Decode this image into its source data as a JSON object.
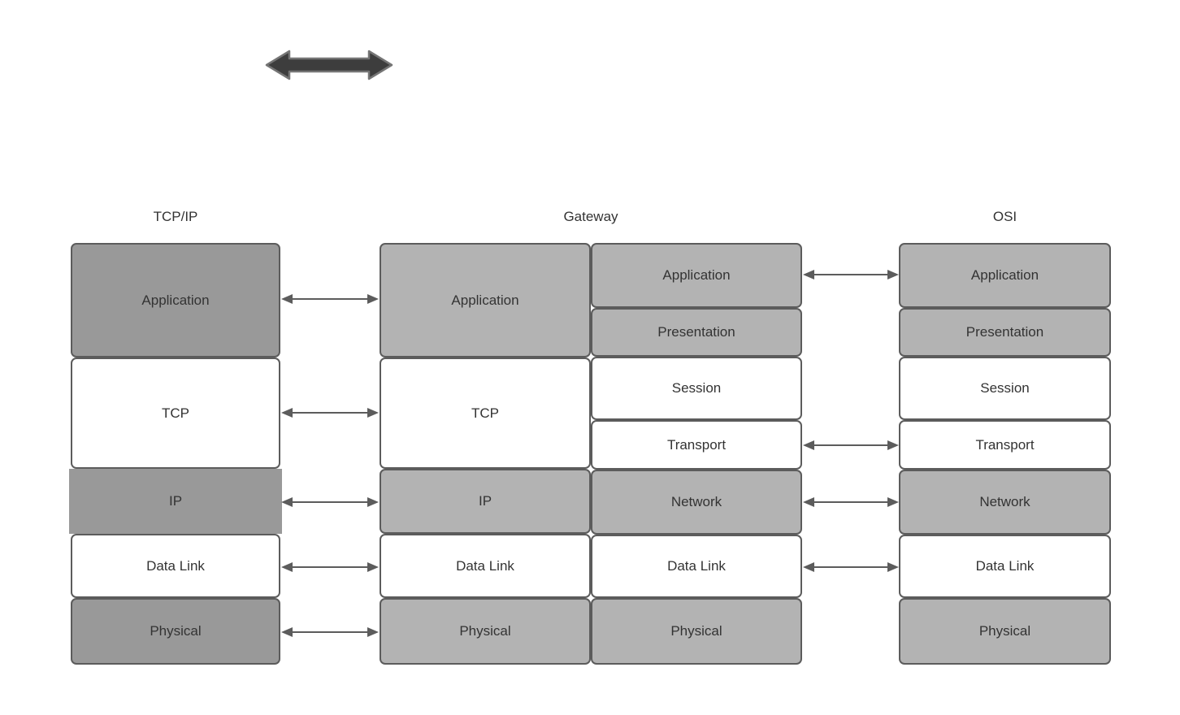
{
  "titles": {
    "tcpip": "TCP/IP",
    "gateway": "Gateway",
    "osi": "OSI"
  },
  "tcpip_layers": [
    "Application",
    "TCP",
    "IP",
    "Data Link",
    "Physical"
  ],
  "gateway_left_layers": [
    "Application",
    "TCP",
    "IP",
    "Data Link",
    "Physical"
  ],
  "gateway_right_layers": [
    "Application",
    "Presentation",
    "Session",
    "Transport",
    "Network",
    "Data Link",
    "Physical"
  ],
  "osi_layers": [
    "Application",
    "Presentation",
    "Session",
    "Transport",
    "Network",
    "Data Link",
    "Physical"
  ],
  "icons": {
    "top_arrow": "double-arrow-icon"
  },
  "colors": {
    "background": "#ffffff",
    "tcpip_gray": "#999999",
    "gateway_gray": "#b3b3b3",
    "white_fill": "#ffffff",
    "border": "#5c5c5c",
    "arrow": "#5c5c5c",
    "thick_arrow_fill": "#3d3d3d",
    "thick_arrow_stroke": "#757575",
    "text": "#333333"
  }
}
